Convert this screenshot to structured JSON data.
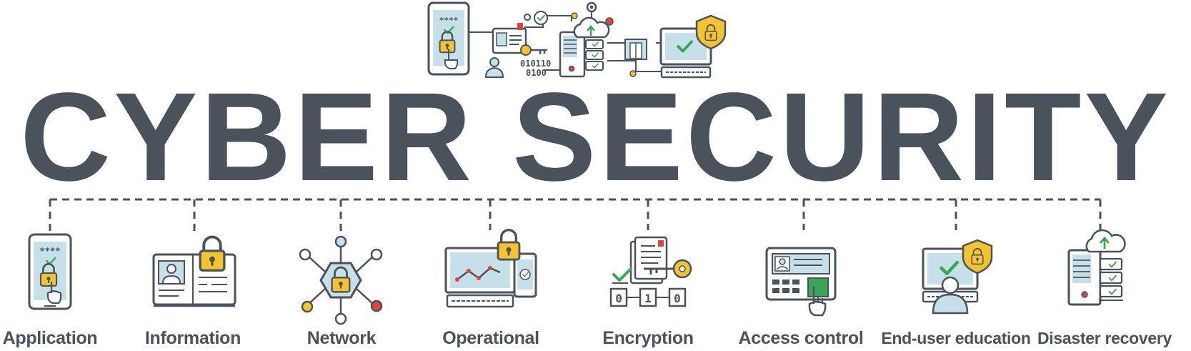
{
  "title": "CYBER SECURITY",
  "hero": {
    "pin_masked": "****",
    "binary_line_1": "010110",
    "binary_line_2": "0100"
  },
  "items": [
    {
      "label": "Application",
      "icon": "locked-smartphone-icon",
      "pin_masked": "****"
    },
    {
      "label": "Information",
      "icon": "locked-id-card-icon"
    },
    {
      "label": "Network",
      "icon": "network-lock-icon"
    },
    {
      "label": "Operational",
      "icon": "monitor-phone-lock-icon"
    },
    {
      "label": "Encryption",
      "icon": "document-key-binary-icon",
      "bits": [
        "0",
        "1",
        "0"
      ]
    },
    {
      "label": "Access control",
      "icon": "id-keypad-fingerprint-icon"
    },
    {
      "label": "End-user education",
      "icon": "user-monitor-shield-icon"
    },
    {
      "label": "Disaster recovery",
      "icon": "server-cloud-backup-icon"
    }
  ],
  "colors": {
    "ink": "#4a525c",
    "light_blue": "#c6e0ea",
    "yellow": "#f4c430",
    "green": "#3aa655",
    "red": "#e0443c",
    "white": "#ffffff"
  }
}
